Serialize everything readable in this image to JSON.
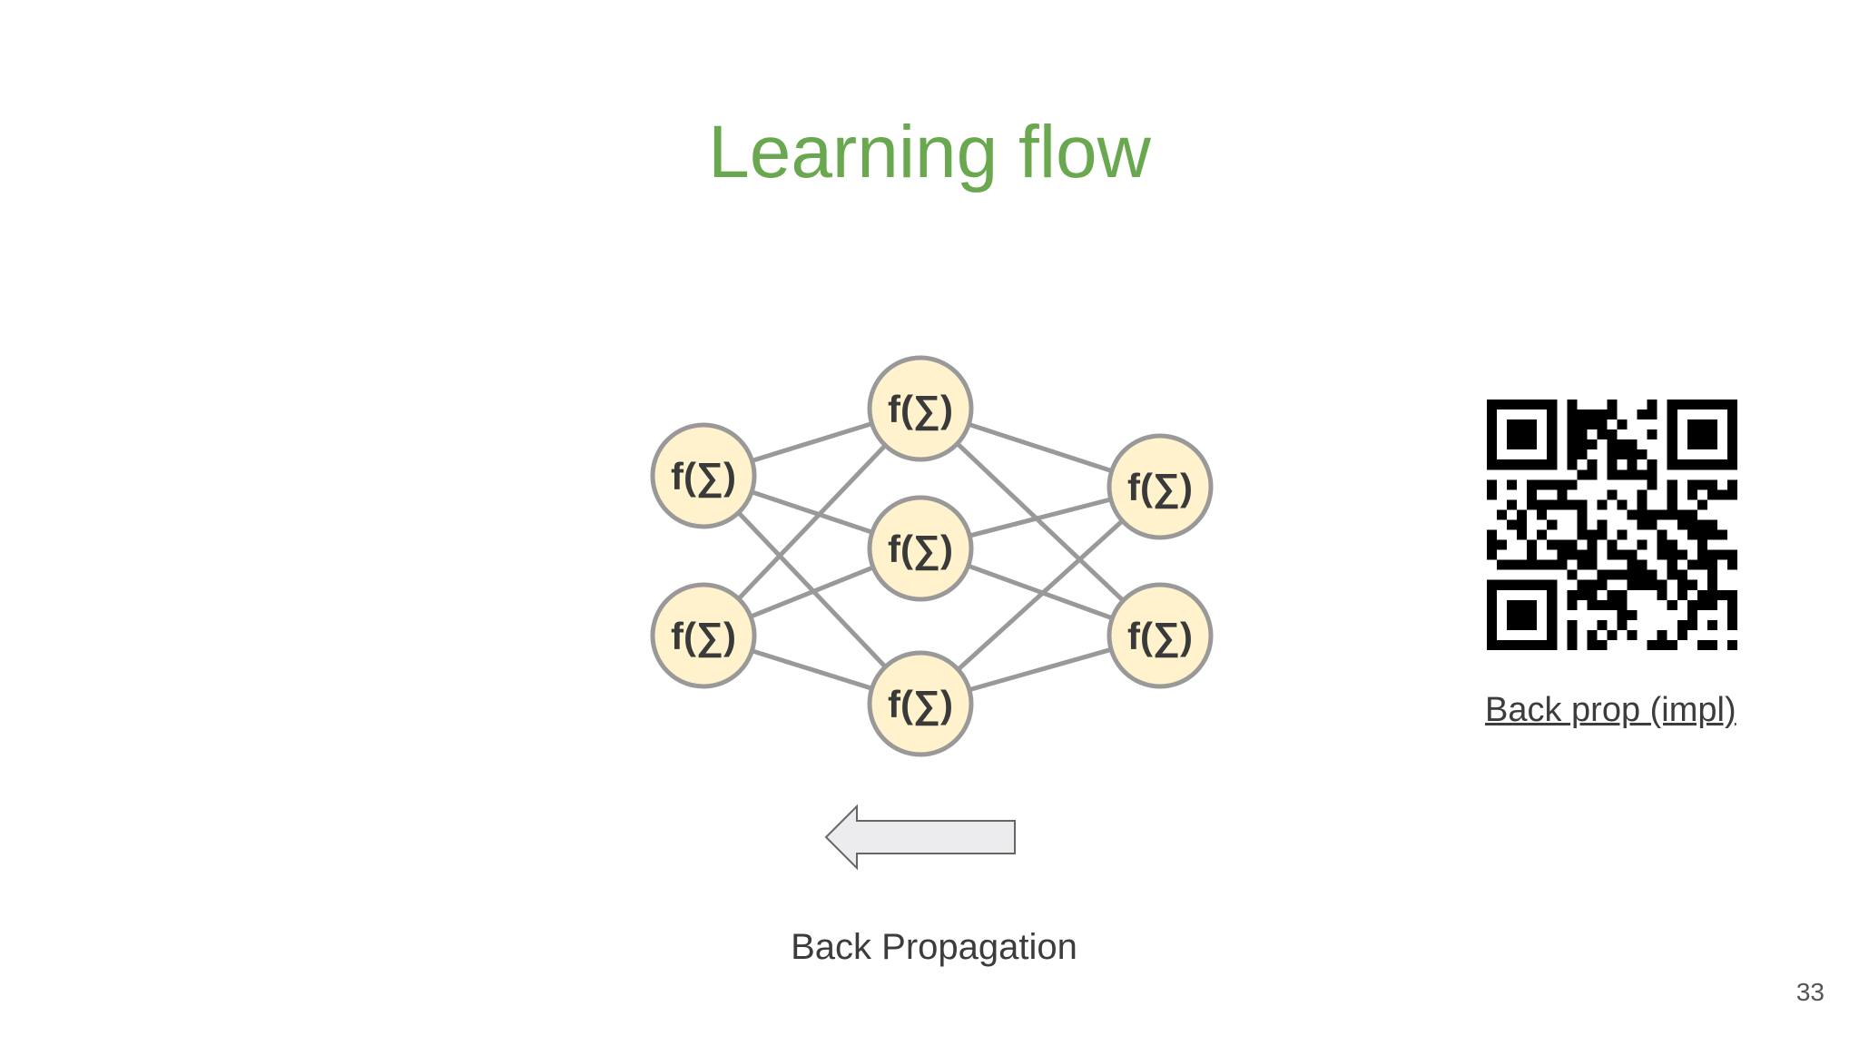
{
  "slide": {
    "title": "Learning flow",
    "caption": "Back Propagation",
    "link_label": "Back prop (impl)",
    "page_number": "33"
  },
  "network": {
    "node_label": "f(∑)",
    "layers": [
      2,
      3,
      2
    ],
    "fully_connected": true,
    "arrow_direction": "left"
  },
  "colors": {
    "title": "#6aa84f",
    "node_fill": "#fff2cc",
    "node_stroke": "#999999",
    "edge": "#999999",
    "arrow_fill": "#ececef",
    "arrow_stroke": "#666666"
  },
  "icons": {
    "qr": "qr-code-icon",
    "arrow": "left-arrow-icon"
  }
}
